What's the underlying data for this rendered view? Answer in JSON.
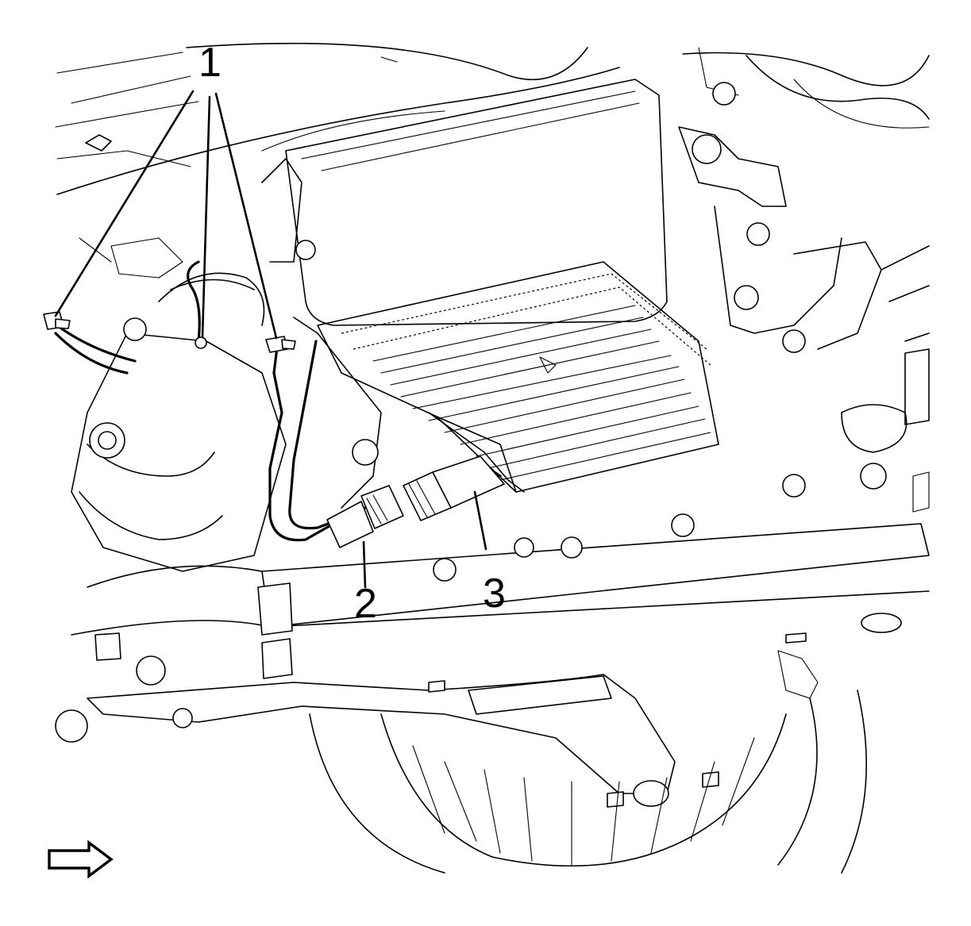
{
  "callouts": [
    {
      "id": "1",
      "label": "1"
    },
    {
      "id": "2",
      "label": "2"
    },
    {
      "id": "3",
      "label": "3"
    }
  ],
  "direction_arrow": {
    "icon": "front-direction-arrow-icon"
  }
}
